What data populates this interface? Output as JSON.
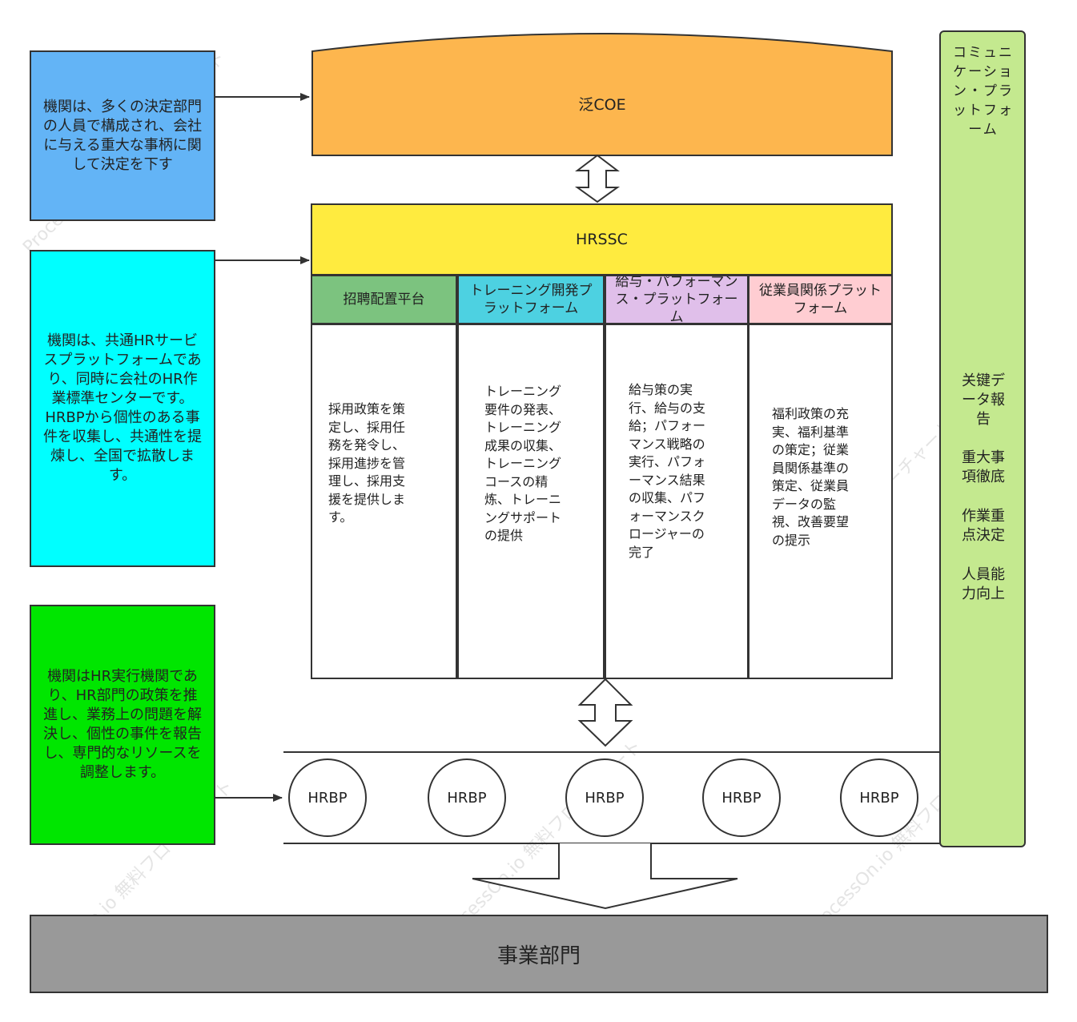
{
  "watermark": "ProcessOn.io 無料フローチャート",
  "descriptions": {
    "coe": "機関は、多くの決定部門の人員で構成され、会社に与える重大な事柄に関して決定を下す",
    "hrssc": "機関は、共通HRサービスプラットフォームであり、同時に会社のHR作業標準センターです。HRBPから個性のある事件を収集し、共通性を提煉し、全国で拡散します。",
    "hrbp": "機関はHR実行機関であり、HR部門の政策を推進し、業務上の問題を解決し、個性の事件を報告し、専門的なリソースを調整します。"
  },
  "coe": {
    "label": "泛COE"
  },
  "hrssc": {
    "label": "HRSSC"
  },
  "platforms": [
    {
      "title": "招聘配置平台",
      "body": "採用政策を策\n定し、採用任\n務を発令し、\n採用進捗を管\n理し、採用支\n援を提供しま\nす。"
    },
    {
      "title": "トレーニング開発プラットフォーム",
      "body": "トレーニング\n要件の発表、\nトレーニング\n成果の収集、\nトレーニング\nコースの精\n炼、トレーニ\nングサポート\nの提供"
    },
    {
      "title": "給与・パフォーマンス・プラットフォーム",
      "body": "給与策の実\n行、給与の支\n給；パフォー\nマンス戦略の\n実行、パフォ\nーマンス結果\nの収集、パフ\nォーマンスク\nロージャーの\n完了"
    },
    {
      "title": "従業員関係プラットフォーム",
      "body": "福利政策の充\n実、福利基準\nの策定；従業\n員関係基準の\n策定、従業員\nデータの監\n視、改善要望\nの提示"
    }
  ],
  "hrbp_nodes": [
    "HRBP",
    "HRBP",
    "HRBP",
    "HRBP",
    "HRBP"
  ],
  "comm_platform": {
    "title": "コミュニケーション・プラットフォーム",
    "items": [
      "关键データ報告",
      "重大事項徹底",
      "作業重点決定",
      "人員能力向上"
    ]
  },
  "business": {
    "label": "事業部門"
  },
  "colors": {
    "coe": "#fdb64e",
    "hrssc": "#ffeb3f",
    "desc_coe": "#63b4f6",
    "desc_hrssc": "#00ffff",
    "desc_hrbp": "#00e600",
    "platform_1": "#7cc37f",
    "platform_2": "#4dd1e1",
    "platform_3": "#e0bfea",
    "platform_4": "#ffcdd2",
    "comm": "#c4e98f",
    "business": "#999999"
  }
}
